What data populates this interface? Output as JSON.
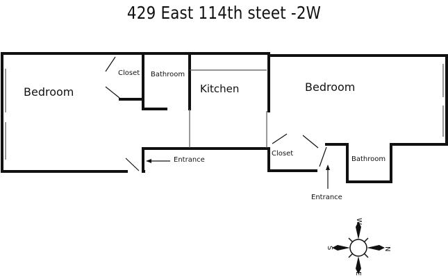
{
  "title": "429 East 114th steet -2W",
  "rooms": {
    "bedroom_left": "Bedroom",
    "closet_left": "Closet",
    "bathroom_left": "Bathroom",
    "kitchen": "Kitchen",
    "bedroom_right": "Bedroom",
    "closet_right": "Closet",
    "bathroom_right": "Bathroom"
  },
  "entrances": {
    "west_entrance": "Entrance",
    "south_entrance": "Entrance"
  },
  "compass": {
    "north": "N",
    "south": "S",
    "east": "E",
    "west": "W"
  }
}
